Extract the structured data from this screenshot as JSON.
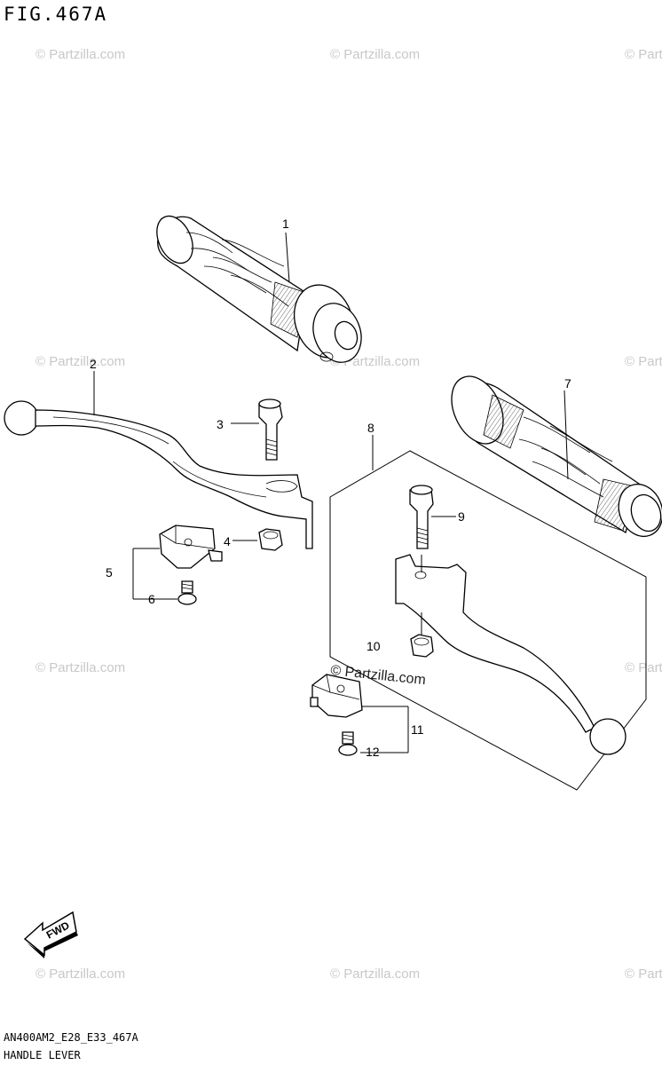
{
  "figure": {
    "title": "FIG.467A",
    "code": "AN400AM2_E28_E33_467A",
    "name": "HANDLE LEVER"
  },
  "watermark": {
    "text": "© Partzilla.com"
  },
  "fwd_label": "FWD",
  "callouts": [
    {
      "id": "1",
      "label": "1"
    },
    {
      "id": "2",
      "label": "2"
    },
    {
      "id": "3",
      "label": "3"
    },
    {
      "id": "4",
      "label": "4"
    },
    {
      "id": "5",
      "label": "5"
    },
    {
      "id": "6",
      "label": "6"
    },
    {
      "id": "7",
      "label": "7"
    },
    {
      "id": "8",
      "label": "8"
    },
    {
      "id": "9",
      "label": "9"
    },
    {
      "id": "10",
      "label": "10"
    },
    {
      "id": "11",
      "label": "11"
    },
    {
      "id": "12",
      "label": "12"
    }
  ]
}
